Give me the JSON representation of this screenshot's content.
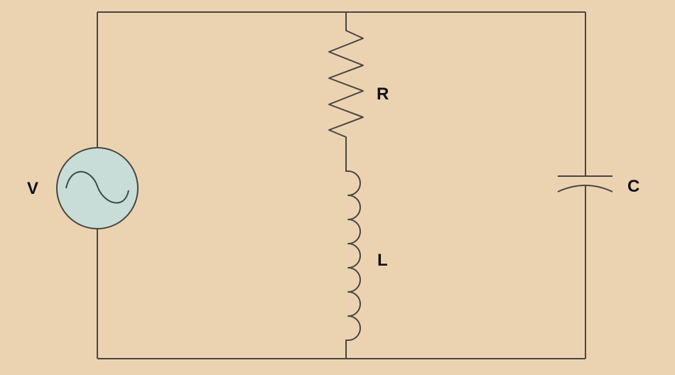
{
  "diagram": {
    "components": {
      "source": {
        "label": "V",
        "icon": "ac-voltage-source"
      },
      "resistor": {
        "label": "R"
      },
      "inductor": {
        "label": "L"
      },
      "capacitor": {
        "label": "C"
      }
    },
    "colors": {
      "background": "#ebd3b2",
      "wire": "#4a4540",
      "source_fill": "#c9ddd8"
    }
  }
}
